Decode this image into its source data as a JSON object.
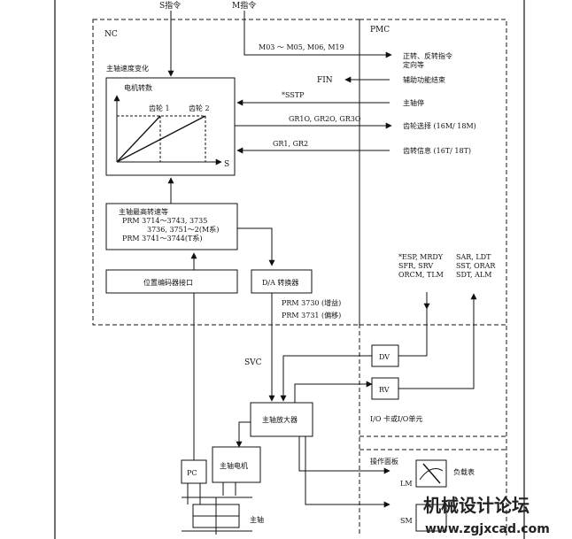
{
  "inputs": {
    "s_command": "S指令",
    "m_command": "M指令"
  },
  "nc": {
    "title": "NC",
    "speed_change_label": "主轴速度变化",
    "graph": {
      "title": "电机转数",
      "gear1": "齿轮 1",
      "gear2": "齿轮 2",
      "x_label": "S"
    },
    "max_speed": {
      "title": "主轴最高转速等",
      "line1": "PRM 3714～3743, 3735",
      "line2": "3736, 3751～2(M系)",
      "line3": "PRM 3741～3744(T系)"
    },
    "encoder_interface": "位置编码器接口",
    "da_converter": "D/A 转换器",
    "prm_gain": "PRM 3730 (增益)",
    "prm_offset": "PRM 3731 (偏移)"
  },
  "pmc": {
    "title": "PMC",
    "m_codes": "M03 ～ M05, M06, M19",
    "fwd_rev_line1": "正转、反转指令",
    "fwd_rev_line2": "定向等",
    "fin": "FIN",
    "aux_end": "辅助功能结束",
    "sstp": "*SSTP",
    "spindle_stop": "主轴停",
    "gr_out": "GR1O, GR2O, GR3O",
    "gear_select": "齿轮选择 (16M/ 18M)",
    "gr_in": "GR1, GR2",
    "gear_info": "齿转信息 (16T/ 18T)",
    "signals_left": [
      "*ESP, MRDY",
      "SFR, SRV",
      "ORCM, TLM"
    ],
    "signals_right": [
      "SAR, LDT",
      "SST, ORAR",
      "SDT, ALM"
    ]
  },
  "io": {
    "dv": "DV",
    "rv": "RV",
    "label": "I/O 卡或I/O单元"
  },
  "svc": "SVC",
  "amplifier": "主轴放大器",
  "motor": "主轴电机",
  "pc": "PC",
  "spindle": "主轴",
  "panel": {
    "title": "操作面板",
    "lm": "LM",
    "load_meter": "负载表",
    "sm": "SM"
  },
  "watermark": {
    "cn": "机械设计论坛",
    "url": "www.zgjxcad.com"
  }
}
